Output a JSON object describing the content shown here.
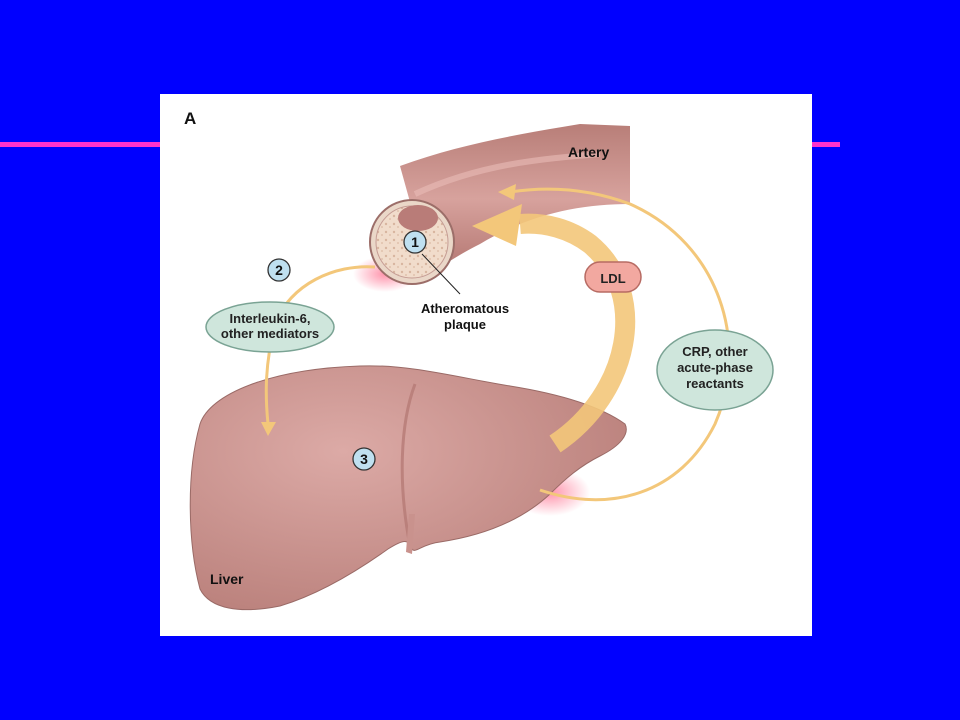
{
  "panel": {
    "label": "A"
  },
  "labels": {
    "artery": "Artery",
    "liver": "Liver",
    "ldl": "LDL",
    "plaque_line1": "Atheromatous",
    "plaque_line2": "plaque",
    "mediators_line1": "Interleukin-6,",
    "mediators_line2": "other mediators",
    "crp_line1": "CRP, other",
    "crp_line2": "acute-phase",
    "crp_line3": "reactants"
  },
  "steps": [
    "1",
    "2",
    "3"
  ],
  "colors": {
    "background": "#0000ff",
    "accent": "#ff33cc",
    "tissue": "#d39a96",
    "arrow": "#f3c77a",
    "bubble_green": "#cfe6dc",
    "bubble_pink": "#f2a8a0",
    "step_fill": "#bfe0f0"
  }
}
